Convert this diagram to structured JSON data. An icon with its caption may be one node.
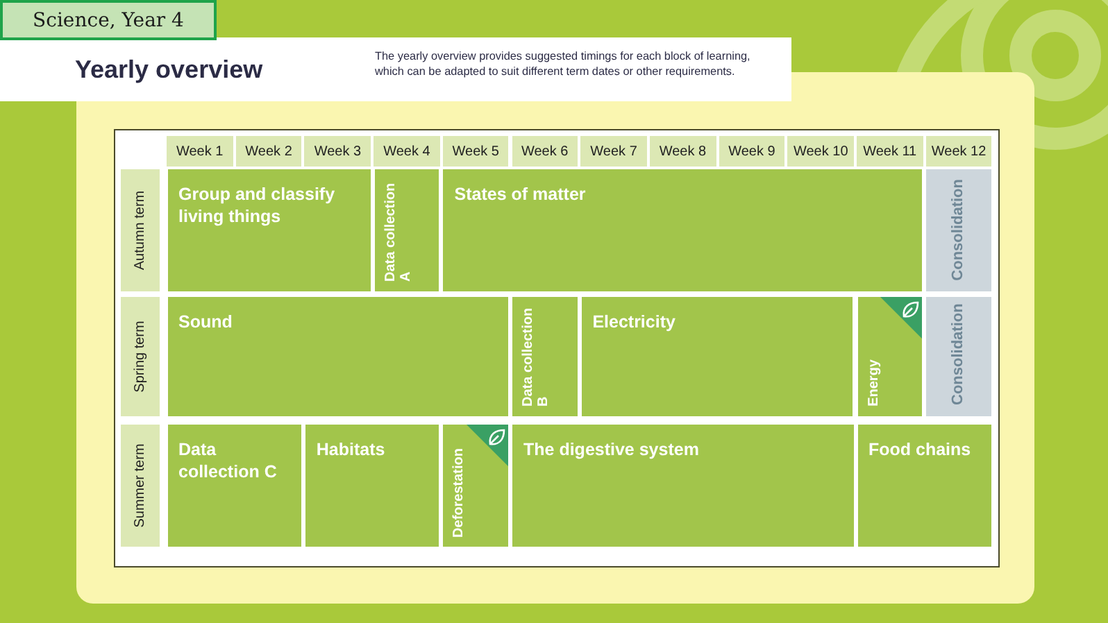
{
  "diagram": {
    "title": "Yearly overview",
    "nodes": [
      {
        "text": [
          "Science, Year 4"
        ]
      },
      {
        "text": [
          "Group and classify living things"
        ]
      },
      {
        "text": [
          "Data collection A"
        ]
      },
      {
        "text": [
          "States of matter"
        ]
      },
      {
        "text": [
          "Consolidation"
        ]
      },
      {
        "text": [
          "Sound"
        ]
      },
      {
        "text": [
          "Data collection B"
        ]
      },
      {
        "text": [
          "Electricity"
        ]
      },
      {
        "text": [
          "Energy"
        ]
      },
      {
        "text": [
          "Consolidation"
        ]
      },
      {
        "text": [
          "Data collection C"
        ]
      },
      {
        "text": [
          "Habitats"
        ]
      },
      {
        "text": [
          "Deforestation"
        ]
      },
      {
        "text": [
          "The digestive system"
        ]
      },
      {
        "text": [
          "Food chains"
        ]
      }
    ],
    "labels": [
      "The yearly overview provides suggested timings for each block of learning, which can be adapted to suit different term dates or other requirements.",
      "Week 1",
      "Week 2",
      "Week 3",
      "Week 4",
      "Week 5",
      "Week 6",
      "Week 7",
      "Week 8",
      "Week 9",
      "Week 10",
      "Week 11",
      "Week 12",
      "Autumn term",
      "Spring term",
      "Summer term"
    ]
  }
}
